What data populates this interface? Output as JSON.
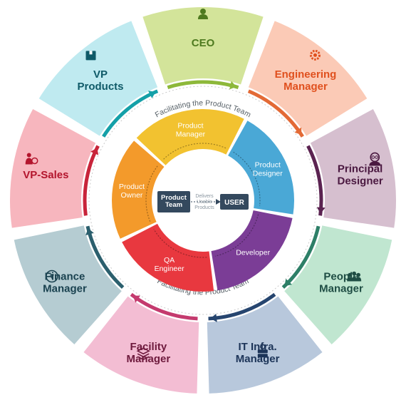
{
  "outer_roles": [
    {
      "label": "CEO",
      "icon": "user-icon",
      "color": "#d3e49a",
      "text_color": "#4e7a1f",
      "ring": "#8db83a"
    },
    {
      "label": "Engineering\nManager",
      "icon": "gear-icon",
      "color": "#fbcab6",
      "text_color": "#e0501e",
      "ring": "#e36a36"
    },
    {
      "label": "Principal\nDesigner",
      "icon": "designer-icon",
      "color": "#d6bfcf",
      "text_color": "#4a1840",
      "ring": "#5b2351"
    },
    {
      "label": "People\nManager",
      "icon": "group-icon",
      "color": "#c0e6d0",
      "text_color": "#1f4d44",
      "ring": "#2d7f67"
    },
    {
      "label": "IT Infra.\nManager",
      "icon": "server-icon",
      "color": "#b8c8dc",
      "text_color": "#1c3458",
      "ring": "#26456f"
    },
    {
      "label": "Facility\nManager",
      "icon": "layers-icon",
      "color": "#f3bdd3",
      "text_color": "#6e1a3d",
      "ring": "#c43a6e"
    },
    {
      "label": "Finance\nManager",
      "icon": "rupee-icon",
      "color": "#b5ccd2",
      "text_color": "#1a4250",
      "ring": "#2b5f6d"
    },
    {
      "label": "VP-Sales",
      "icon": "sales-icon",
      "color": "#f7b6be",
      "text_color": "#b3152d",
      "ring": "#c8243a"
    },
    {
      "label": "VP\nProducts",
      "icon": "box-icon",
      "color": "#bfeaf0",
      "text_color": "#0f5a68",
      "ring": "#14a0a8"
    }
  ],
  "inner_roles": [
    {
      "label": "Product\nManager",
      "color": "#f2c230"
    },
    {
      "label": "Product\nDesigner",
      "color": "#4aa8d6"
    },
    {
      "label": "Developer",
      "color": "#7b3d96"
    },
    {
      "label": "QA\nEngineer",
      "color": "#e8383f"
    },
    {
      "label": "Product\nOwner",
      "color": "#f39a2b"
    }
  ],
  "arc_text_top": "Facilitating the Product Team",
  "arc_text_bottom": "Facilitating the Product Team",
  "center": {
    "team_label": "Product\nTeam",
    "delivers_label": "Delivers\nUsable\nProducts",
    "user_label": "USER",
    "box_color": "#34495e"
  }
}
